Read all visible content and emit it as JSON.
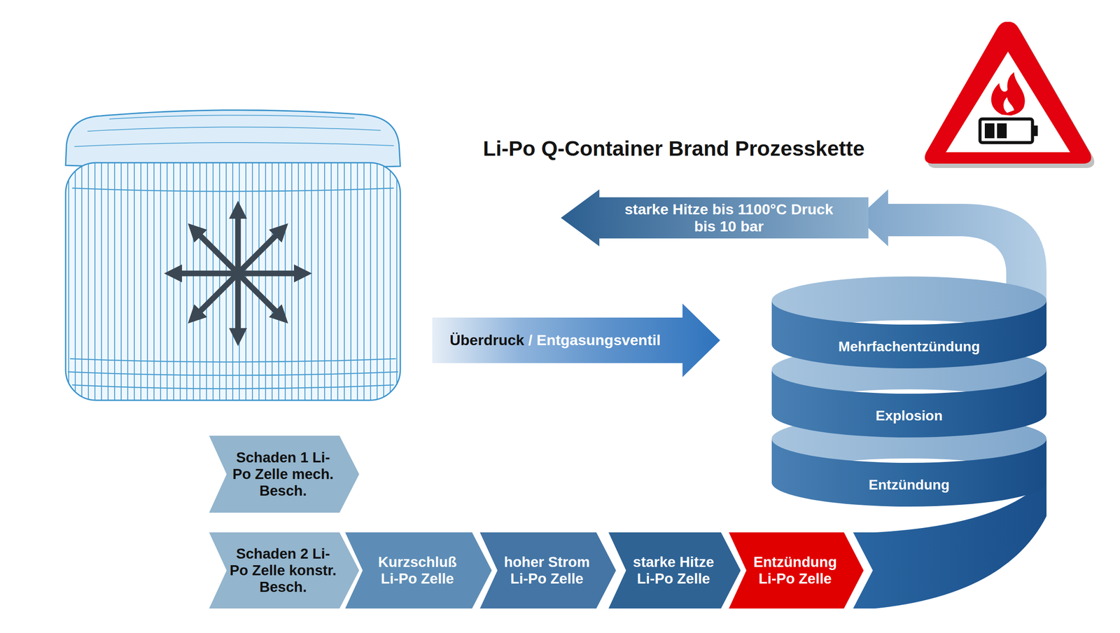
{
  "diagram": {
    "title": "Li-Po Q-Container Brand Prozesskette",
    "nodes": [
      {
        "text": [
          "starke Hitze bis 1100°C Druck bis 10 bar"
        ]
      },
      {
        "text": [
          "Überdruck",
          "/ Entgasungsventil"
        ]
      },
      {
        "text": [
          "Mehrfachentzündung"
        ]
      },
      {
        "text": [
          "Explosion"
        ]
      },
      {
        "text": [
          "Entzündung"
        ]
      },
      {
        "text": [
          "Schaden 1 Li-Po Zelle mech. Besch."
        ]
      },
      {
        "text": [
          "Schaden 2 Li-Po Zelle konstr. Besch."
        ]
      },
      {
        "text": [
          "Kurzschluß Li-Po Zelle"
        ]
      },
      {
        "text": [
          "hoher Strom Li-Po Zelle"
        ]
      },
      {
        "text": [
          "starke Hitze Li-Po Zelle"
        ]
      },
      {
        "text": [
          "Entzündung Li-Po Zelle"
        ]
      }
    ]
  }
}
